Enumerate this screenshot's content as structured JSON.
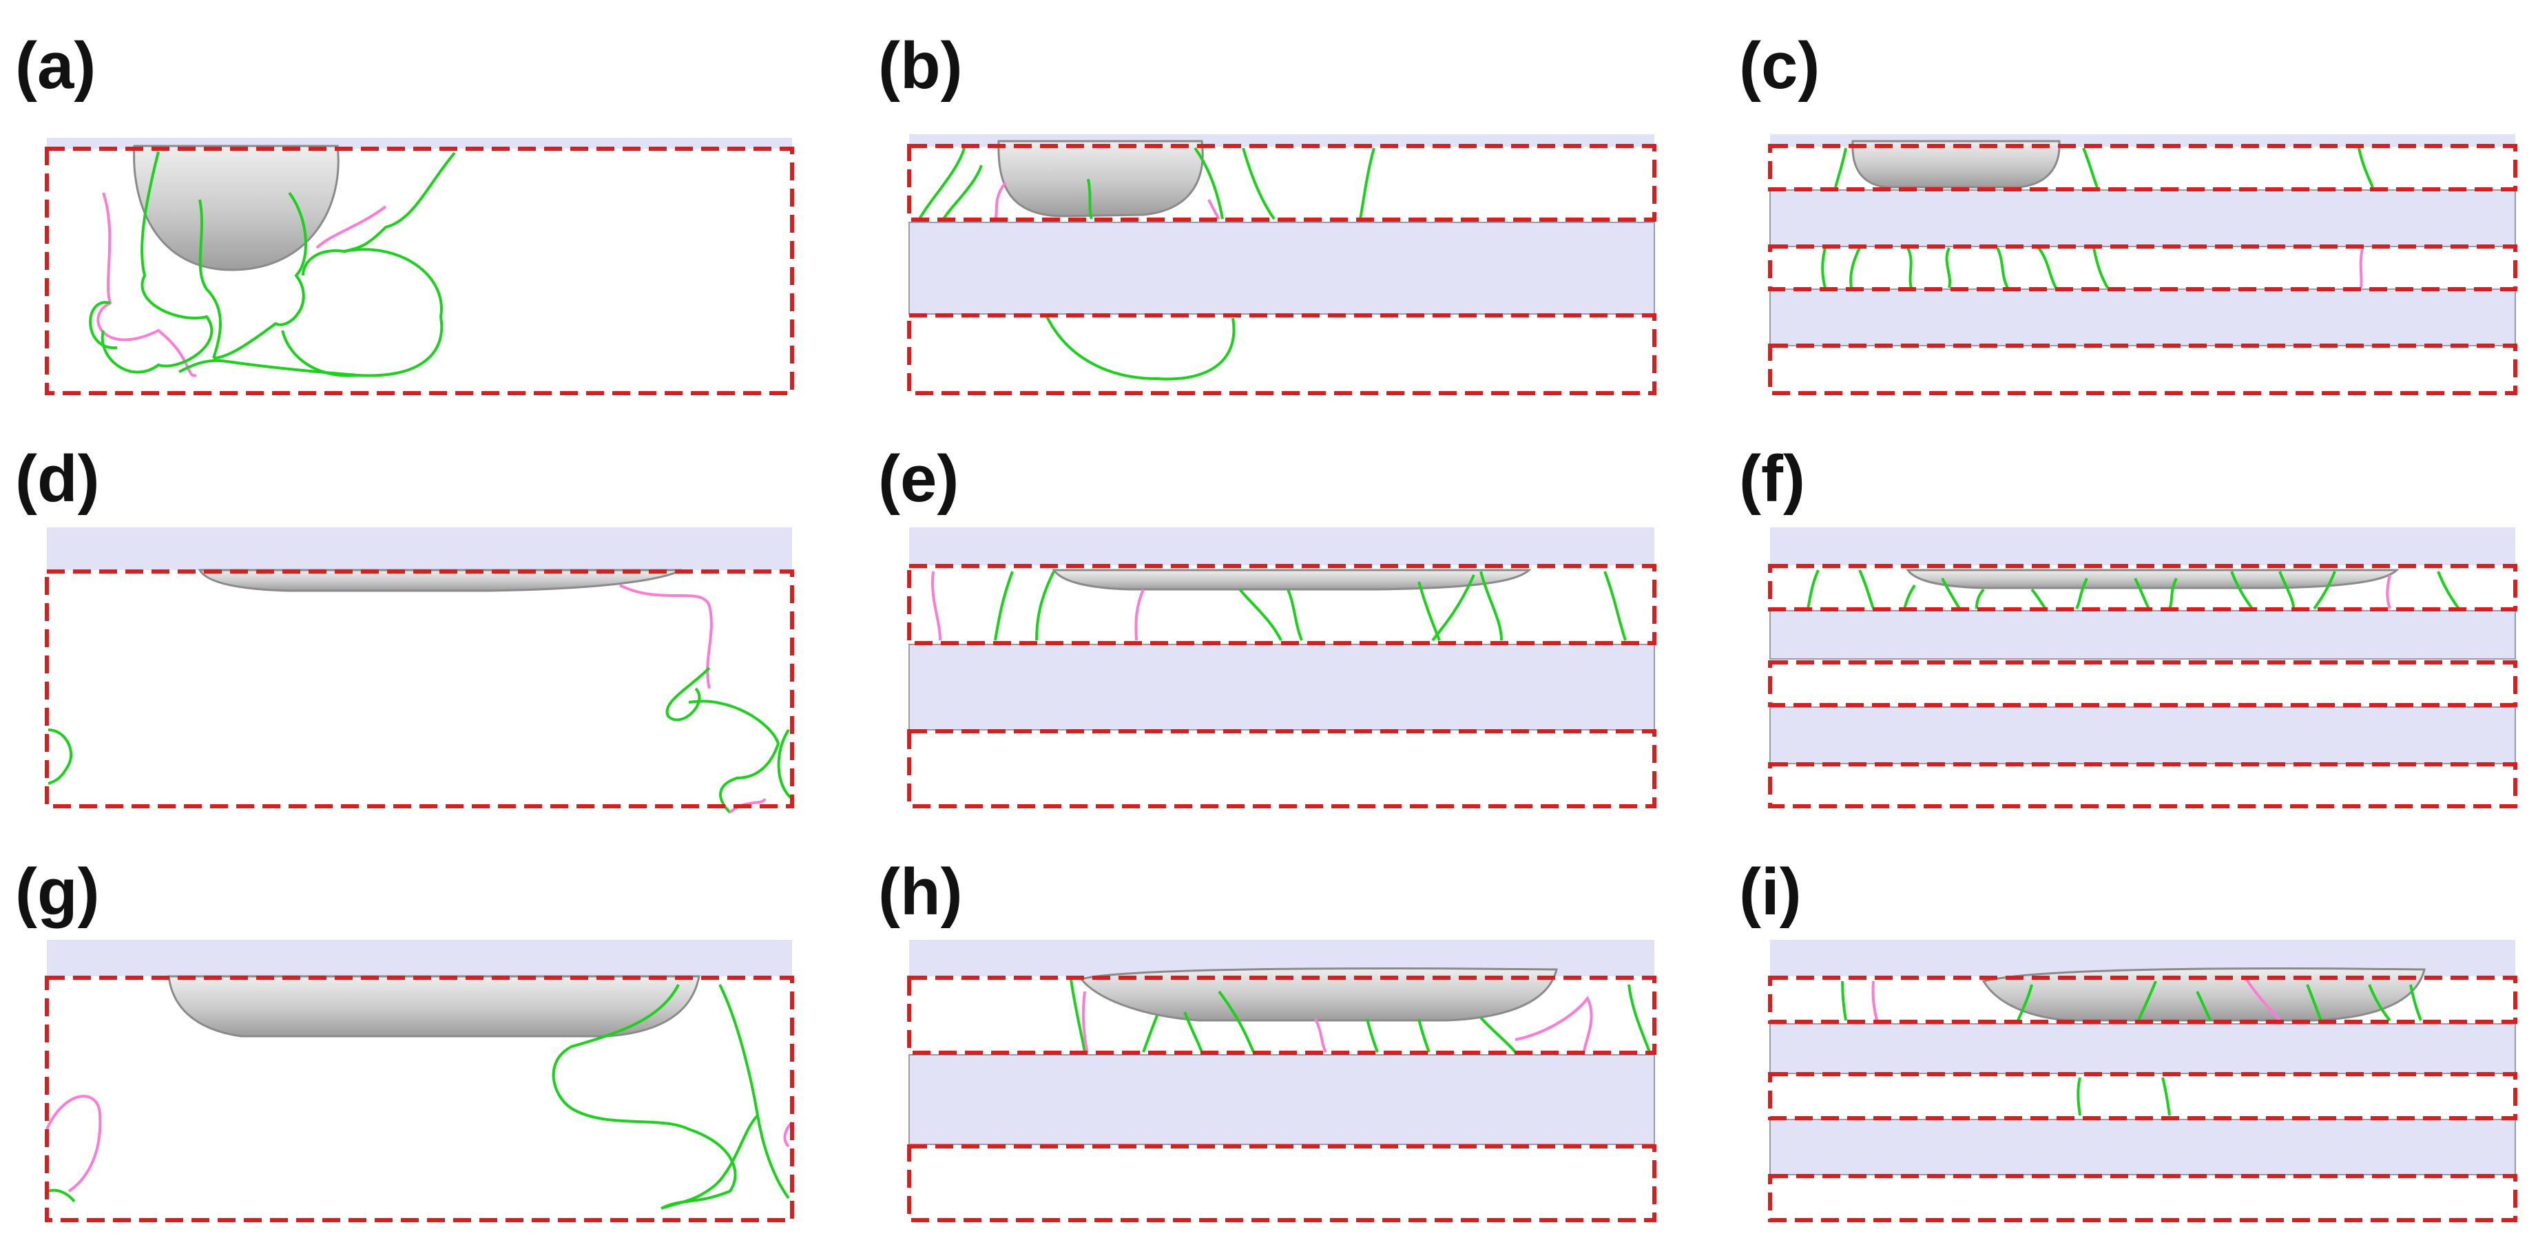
{
  "colors": {
    "frame": "#dd1c1c",
    "layer": "#e2e2f6",
    "layer_edge": "#9a9aa8",
    "cavity": "#c4c4c4",
    "cavity_edge": "#8a8a8a",
    "green_line": "#18d418",
    "pink_line": "#ff7ad2"
  },
  "panels": [
    {
      "label": "(a)"
    },
    {
      "label": "(b)"
    },
    {
      "label": "(c)"
    },
    {
      "label": "(d)"
    },
    {
      "label": "(e)"
    },
    {
      "label": "(f)"
    },
    {
      "label": "(g)"
    },
    {
      "label": "(h)"
    },
    {
      "label": "(i)"
    }
  ]
}
